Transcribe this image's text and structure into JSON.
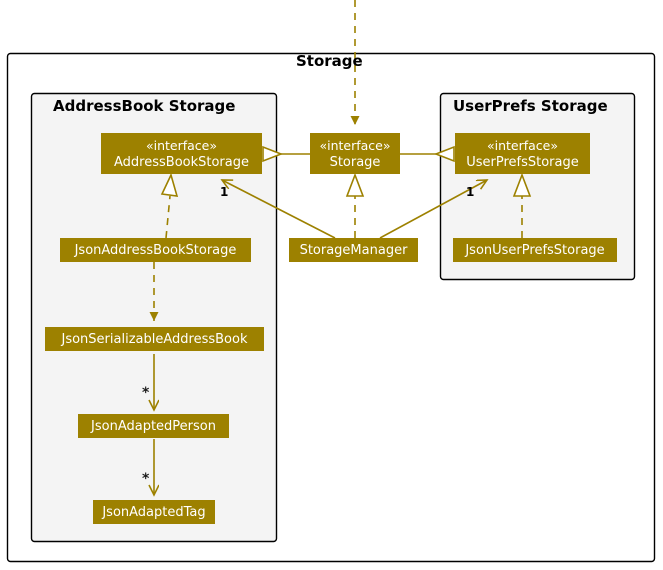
{
  "diagram": {
    "type": "uml-class-diagram",
    "outer_frame": {
      "title": "Storage"
    },
    "packages": [
      {
        "id": "addressbook-storage",
        "title": "AddressBook Storage"
      },
      {
        "id": "userprefs-storage",
        "title": "UserPrefs Storage"
      }
    ],
    "classes": [
      {
        "id": "address-book-storage",
        "stereotype": "«interface»",
        "name": "AddressBookStorage"
      },
      {
        "id": "storage",
        "stereotype": "«interface»",
        "name": "Storage"
      },
      {
        "id": "user-prefs-storage",
        "stereotype": "«interface»",
        "name": "UserPrefsStorage"
      },
      {
        "id": "json-address-book-storage",
        "stereotype": "",
        "name": "JsonAddressBookStorage"
      },
      {
        "id": "storage-manager",
        "stereotype": "",
        "name": "StorageManager"
      },
      {
        "id": "json-user-prefs-storage",
        "stereotype": "",
        "name": "JsonUserPrefsStorage"
      },
      {
        "id": "json-serializable-address-book",
        "stereotype": "",
        "name": "JsonSerializableAddressBook"
      },
      {
        "id": "json-adapted-person",
        "stereotype": "",
        "name": "JsonAdaptedPerson"
      },
      {
        "id": "json-adapted-tag",
        "stereotype": "",
        "name": "JsonAdaptedTag"
      }
    ],
    "multiplicities": [
      {
        "id": "mult-addressbook",
        "label": "1"
      },
      {
        "id": "mult-userprefs",
        "label": "1"
      },
      {
        "id": "mult-person",
        "label": "*"
      },
      {
        "id": "mult-tag",
        "label": "*"
      }
    ],
    "relationships": [
      {
        "from": "external",
        "to": "storage",
        "kind": "dependency-dashed-arrow"
      },
      {
        "from": "storage",
        "to": "address-book-storage",
        "kind": "generalization-hollow-triangle"
      },
      {
        "from": "storage",
        "to": "user-prefs-storage",
        "kind": "generalization-hollow-triangle"
      },
      {
        "from": "json-address-book-storage",
        "to": "address-book-storage",
        "kind": "realization-dashed-hollow-triangle"
      },
      {
        "from": "storage-manager",
        "to": "storage",
        "kind": "realization-dashed-hollow-triangle"
      },
      {
        "from": "json-user-prefs-storage",
        "to": "user-prefs-storage",
        "kind": "realization-dashed-hollow-triangle"
      },
      {
        "from": "storage-manager",
        "to": "address-book-storage",
        "kind": "association-open-arrow",
        "multiplicity": "1"
      },
      {
        "from": "storage-manager",
        "to": "user-prefs-storage",
        "kind": "association-open-arrow",
        "multiplicity": "1"
      },
      {
        "from": "json-serializable-address-book",
        "to": "json-adapted-person",
        "kind": "association-open-arrow",
        "multiplicity": "*"
      },
      {
        "from": "json-adapted-person",
        "to": "json-adapted-tag",
        "kind": "association-open-arrow",
        "multiplicity": "*"
      }
    ],
    "colors": {
      "class_fill": "#9D8100",
      "class_text": "#FFFFFF",
      "line": "#9D8100",
      "package_fill": "#F4F4F4",
      "package_border": "#000000",
      "page_background": "#FFFFFF"
    }
  }
}
